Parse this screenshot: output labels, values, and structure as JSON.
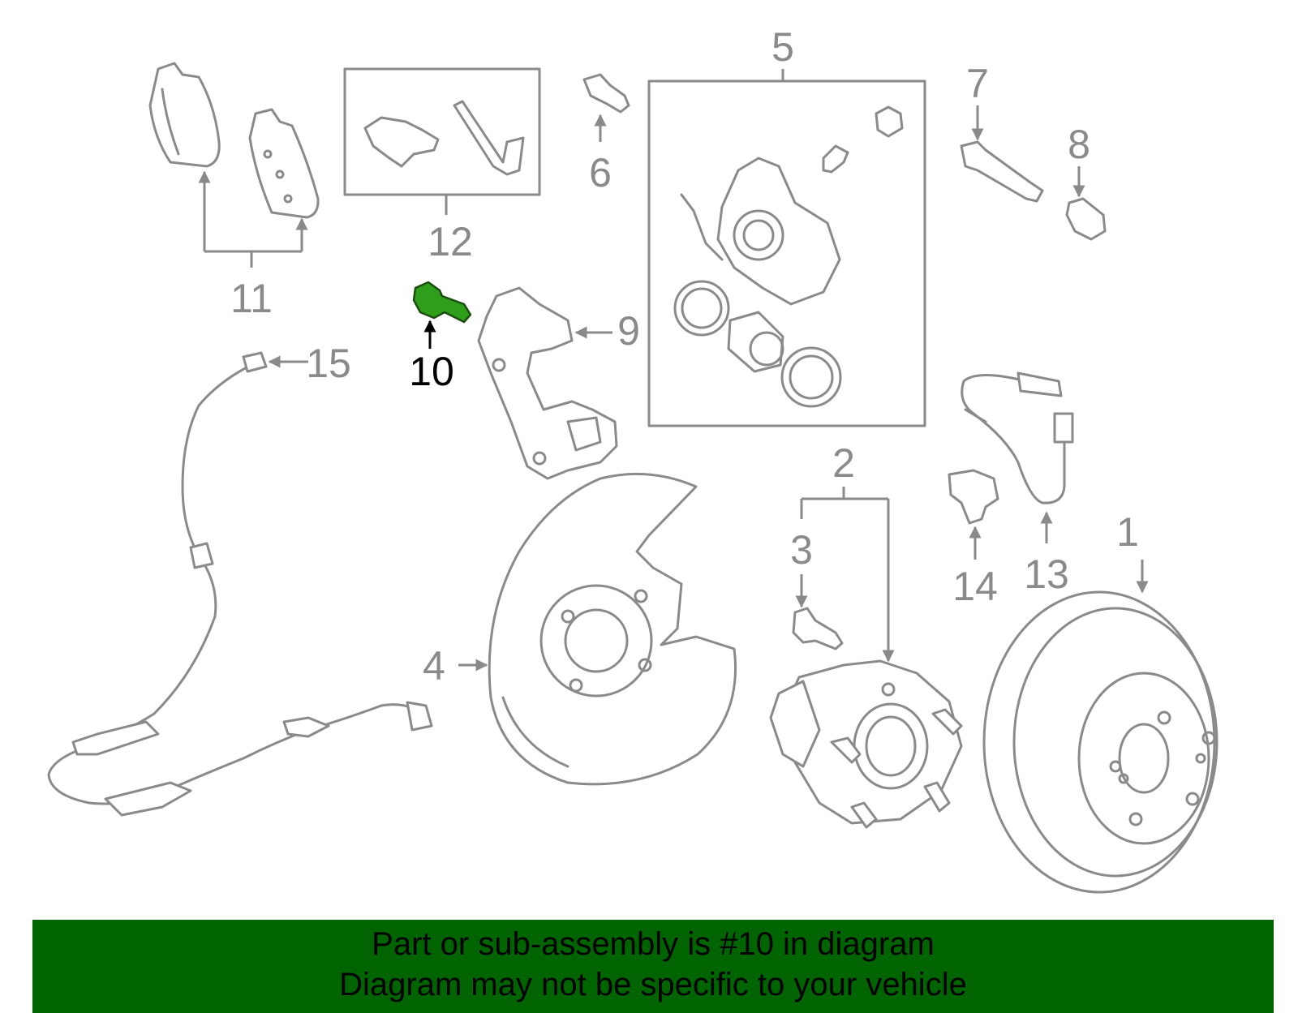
{
  "labels": [
    {
      "id": "1",
      "text": "1"
    },
    {
      "id": "2",
      "text": "2"
    },
    {
      "id": "3",
      "text": "3"
    },
    {
      "id": "4",
      "text": "4"
    },
    {
      "id": "5",
      "text": "5"
    },
    {
      "id": "6",
      "text": "6"
    },
    {
      "id": "7",
      "text": "7"
    },
    {
      "id": "8",
      "text": "8"
    },
    {
      "id": "9",
      "text": "9"
    },
    {
      "id": "10",
      "text": "10"
    },
    {
      "id": "11",
      "text": "11"
    },
    {
      "id": "12",
      "text": "12"
    },
    {
      "id": "13",
      "text": "13"
    },
    {
      "id": "14",
      "text": "14"
    },
    {
      "id": "15",
      "text": "15"
    }
  ],
  "highlighted_part": "10",
  "colors": {
    "line": "#8a8a8a",
    "highlight_part": "#2f9e1a",
    "highlight_label": "#000000",
    "banner_bg": "#006400",
    "banner_text": "#000000"
  },
  "banner": {
    "line1": "Part or sub-assembly is #10 in diagram",
    "line2": "Diagram may not be specific to your vehicle"
  }
}
